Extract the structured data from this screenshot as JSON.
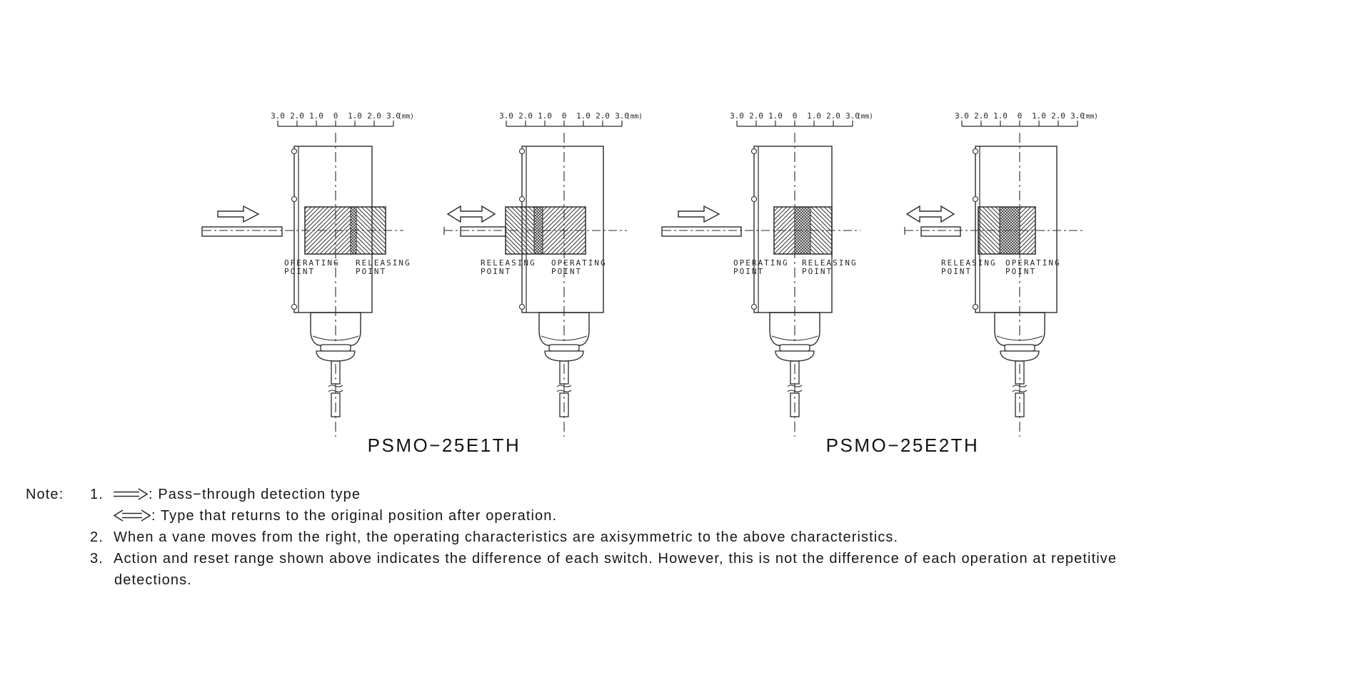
{
  "page": {
    "background": "#ffffff",
    "line_color": "#2b2b2b",
    "text_color": "#1c1c1c"
  },
  "scale": {
    "labels": [
      "3.0",
      "2.0",
      "1.0",
      "0",
      "1.0",
      "2.0",
      "3.0"
    ],
    "unit": "(mm)"
  },
  "diagrams": [
    {
      "arrow_type": "pass-through",
      "left_point_line1": "OPERATING",
      "left_point_line2": "POINT",
      "right_point_line1": "RELEASING",
      "right_point_line2": "POINT"
    },
    {
      "arrow_type": "return",
      "left_point_line1": "RELEASING",
      "left_point_line2": "POINT",
      "right_point_line1": "OPERATING",
      "right_point_line2": "POINT"
    },
    {
      "arrow_type": "pass-through",
      "left_point_line1": "OPERATING",
      "left_point_line2": "POINT",
      "right_point_line1": "RELEASING",
      "right_point_line2": "POINT"
    },
    {
      "arrow_type": "return",
      "left_point_line1": "RELEASING",
      "left_point_line2": "POINT",
      "right_point_line1": "OPERATING",
      "right_point_line2": "POINT"
    }
  ],
  "captions": [
    {
      "text": "PSMO−25E1TH"
    },
    {
      "text": "PSMO−25E2TH"
    }
  ],
  "notes": {
    "heading": "Note:",
    "item1_number": "1.",
    "item1_line1": ": Pass−through detection type",
    "item1_line2": ": Type that returns to the original position after operation.",
    "item2_number": "2.",
    "item2_text": "When a vane moves from the right, the operating characteristics are axisymmetric to the above characteristics.",
    "item3_number": "3.",
    "item3_line1": "Action and reset range shown above indicates the difference of each switch. However, this is not the difference of each operation at repetitive",
    "item3_line2": "detections."
  }
}
